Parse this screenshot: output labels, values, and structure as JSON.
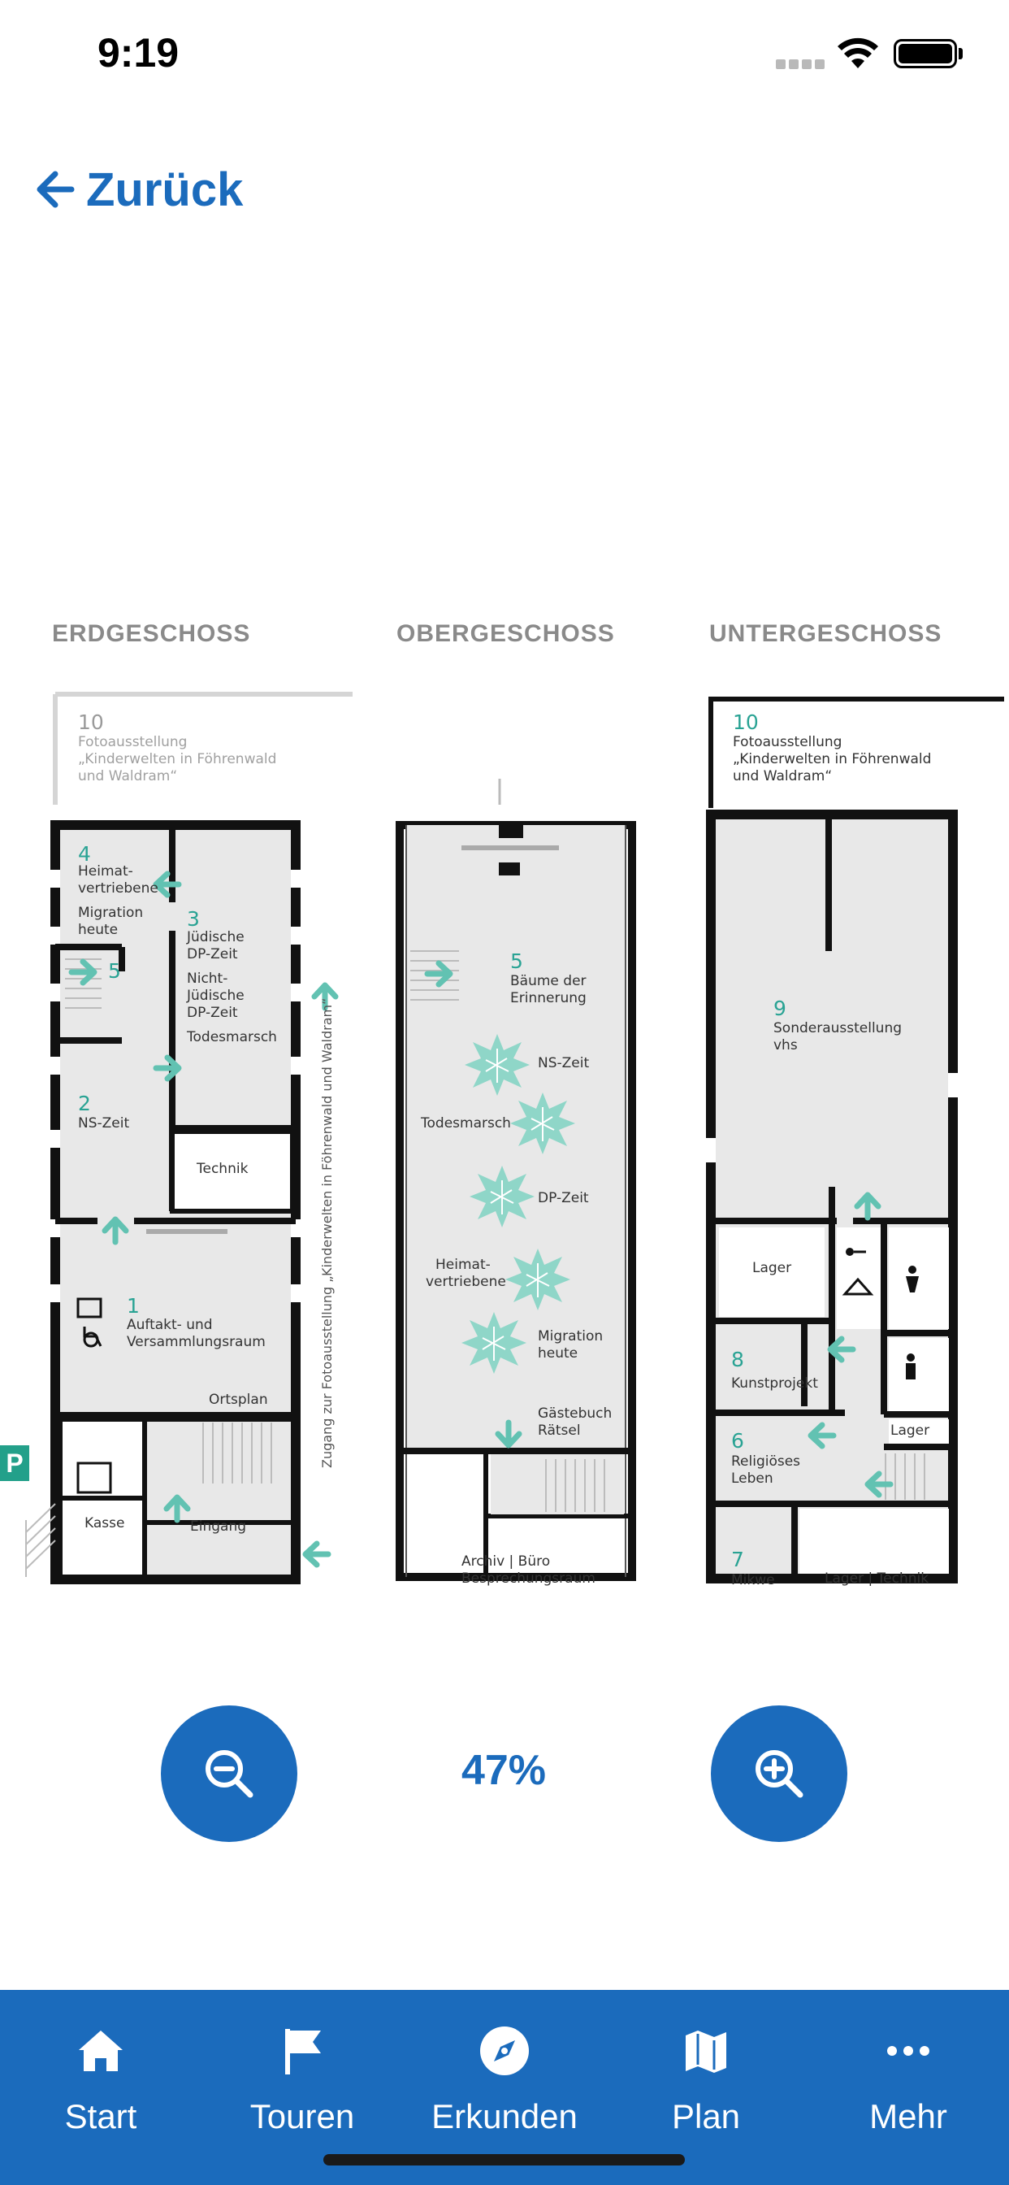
{
  "status_bar": {
    "time": "9:19"
  },
  "nav": {
    "back_label": "Zurück"
  },
  "floors": {
    "ground": {
      "title": "ERDGESCHOSS",
      "exhibit_10_num": "10",
      "exhibit_10_line1": "Fotoausstellung",
      "exhibit_10_line2": "„Kinderwelten in Föhrenwald",
      "exhibit_10_line3": "und Waldram“",
      "room_4_num": "4",
      "room_4_line1": "Heimat-",
      "room_4_line2": "vertriebene",
      "migration_line1": "Migration",
      "migration_line2": "heute",
      "room_5_num": "5",
      "room_3_num": "3",
      "room_3_line1": "Jüdische",
      "room_3_line2": "DP-Zeit",
      "room_3_line3": "Nicht-",
      "room_3_line4": "Jüdische",
      "room_3_line5": "DP-Zeit",
      "room_3_line6": "Todesmarsch",
      "room_2_num": "2",
      "room_2_label": "NS-Zeit",
      "technik": "Technik",
      "room_1_num": "1",
      "room_1_line1": "Auftakt- und",
      "room_1_line2": "Versammlungsraum",
      "ortsplan": "Ortsplan",
      "kasse": "Kasse",
      "eingang": "Eingang",
      "side_text": "Zugang zur Fotoausstellung „Kinderwelten in Föhrenwald und Waldram“",
      "parking": "P"
    },
    "upper": {
      "title": "OBERGESCHOSS",
      "room_5_num": "5",
      "room_5_line1": "Bäume der",
      "room_5_line2": "Erinnerung",
      "ns_zeit": "NS-Zeit",
      "todesmarsch": "Todesmarsch",
      "dp_zeit": "DP-Zeit",
      "heimat_line1": "Heimat-",
      "heimat_line2": "vertriebene",
      "migration_line1": "Migration",
      "migration_line2": "heute",
      "gaestebuch_line1": "Gästebuch",
      "gaestebuch_line2": "Rätsel",
      "archiv_line1": "Archiv | Büro",
      "archiv_line2": "Besprechungsraum"
    },
    "basement": {
      "title": "UNTERGESCHOSS",
      "exhibit_10_num": "10",
      "exhibit_10_line1": "Fotoausstellung",
      "exhibit_10_line2": "„Kinderwelten in Föhrenwald",
      "exhibit_10_line3": "und Waldram“",
      "room_9_num": "9",
      "room_9_line1": "Sonderausstellung",
      "room_9_line2": "vhs",
      "lager": "Lager",
      "room_8_num": "8",
      "room_8_label": "Kunstprojekt",
      "lager2": "Lager",
      "room_6_num": "6",
      "room_6_line1": "Religiöses",
      "room_6_line2": "Leben",
      "room_7_num": "7",
      "room_7_label": "Mikwe",
      "lager_technik": "Lager | Technik"
    }
  },
  "zoom": {
    "level": "47%"
  },
  "tabs": [
    {
      "label": "Start",
      "icon": "house-icon"
    },
    {
      "label": "Touren",
      "icon": "flag-icon"
    },
    {
      "label": "Erkunden",
      "icon": "compass-icon"
    },
    {
      "label": "Plan",
      "icon": "map-icon"
    },
    {
      "label": "Mehr",
      "icon": "ellipsis-icon"
    }
  ],
  "colors": {
    "accent": "#1b6bbc",
    "arrow": "#62c2b2",
    "room_number": "#2aa394",
    "floor_fill": "#e8e8e8",
    "wall": "#111111"
  }
}
